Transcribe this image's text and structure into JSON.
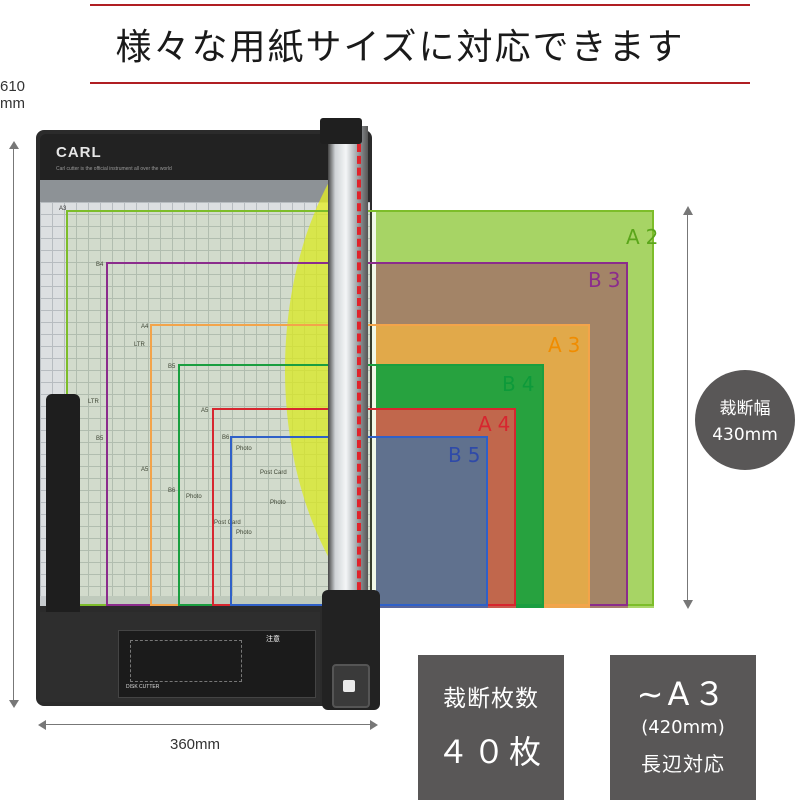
{
  "headline": "様々な用紙サイズに対応できます",
  "colors": {
    "accent_red": "#b01e23",
    "box_gray": "#595757"
  },
  "cutter": {
    "brand": "CARL",
    "tagline": "Carl cutter is the official instrument all over the world",
    "model_label": "DISK CUTTER",
    "caution_title": "注意",
    "board_ticks": [
      "A3",
      "B4",
      "A4",
      "LTR",
      "B5",
      "LTR",
      "B5",
      "A5",
      "A5",
      "B6",
      "B6"
    ],
    "board_photo_labels": [
      "Photo",
      "Post Card",
      "Photo",
      "Post Card",
      "Photo",
      "Photo"
    ]
  },
  "dimensions": {
    "height_label": "610\nmm",
    "width_label": "360mm"
  },
  "papers": [
    {
      "label": "A2",
      "color": "#7dbd2a"
    },
    {
      "label": "B3",
      "color": "#8b2c8c"
    },
    {
      "label": "A3",
      "color": "#f08c00"
    },
    {
      "label": "B4",
      "color": "#0d9a3a"
    },
    {
      "label": "A4",
      "color": "#d7262f"
    },
    {
      "label": "B5",
      "color": "#2f4aa8"
    }
  ],
  "cut_width_badge": {
    "title": "裁断幅",
    "value": "430mm"
  },
  "capacity_box": {
    "title": "裁断枚数",
    "value": "４０枚"
  },
  "length_box": {
    "value": "~A３",
    "sub": "(420mm)",
    "note": "長辺対応"
  }
}
